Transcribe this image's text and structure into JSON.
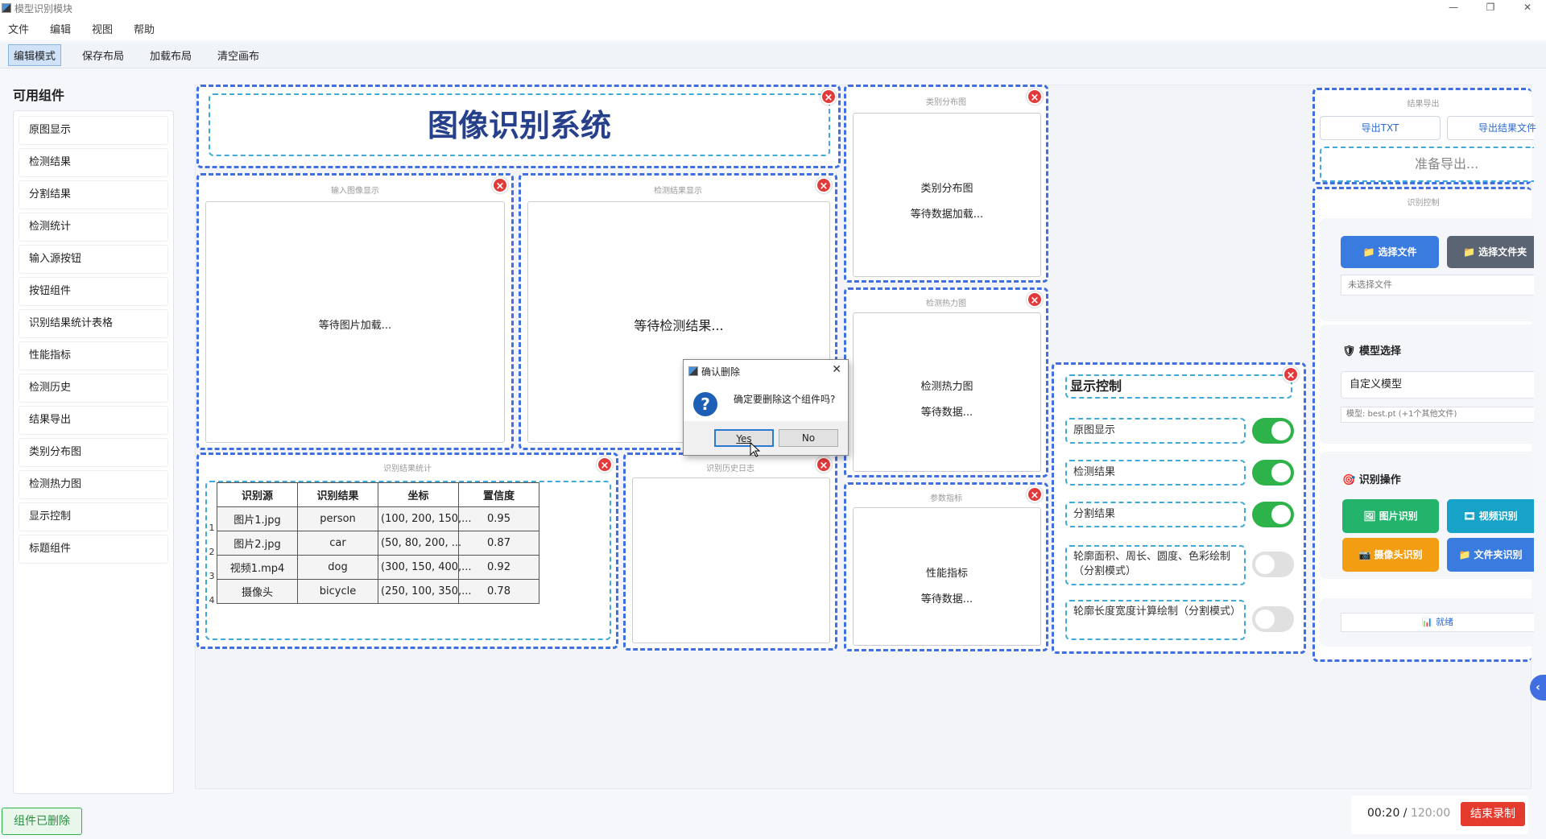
{
  "window": {
    "title": "模型识别模块",
    "minimize": "—",
    "maximize": "❐",
    "close": "✕"
  },
  "menu": [
    "文件",
    "编辑",
    "视图",
    "帮助"
  ],
  "toolbar": [
    "编辑模式",
    "保存布局",
    "加载布局",
    "清空画布"
  ],
  "sidebar": {
    "title": "可用组件",
    "items": [
      "原图显示",
      "检测结果",
      "分割结果",
      "检测统计",
      "输入源按钮",
      "按钮组件",
      "识别结果统计表格",
      "性能指标",
      "检测历史",
      "结果导出",
      "类别分布图",
      "检测热力图",
      "显示控制",
      "标题组件"
    ]
  },
  "title_widget": {
    "text": "图像识别系统"
  },
  "input_image": {
    "label": "输入图像显示",
    "placeholder": "等待图片加载..."
  },
  "detect_result": {
    "label": "检测结果显示",
    "placeholder": "等待检测结果..."
  },
  "class_dist": {
    "label": "类别分布图",
    "line1": "类别分布图",
    "line2": "等待数据加载..."
  },
  "heatmap": {
    "label": "检测热力图",
    "line1": "检测热力图",
    "line2": "等待数据..."
  },
  "metrics": {
    "label": "参数指标",
    "line1": "性能指标",
    "line2": "等待数据..."
  },
  "history": {
    "label": "识别历史日志"
  },
  "stats_table": {
    "label": "识别结果统计",
    "headers": [
      "识别源",
      "识别结果",
      "坐标",
      "置信度"
    ],
    "row_nums": [
      "1",
      "2",
      "3",
      "4"
    ],
    "rows": [
      [
        "图片1.jpg",
        "person",
        "(100, 200, 150,...",
        "0.95"
      ],
      [
        "图片2.jpg",
        "car",
        "(50, 80, 200, ...",
        "0.87"
      ],
      [
        "视频1.mp4",
        "dog",
        "(300, 150, 400,...",
        "0.92"
      ],
      [
        "摄像头",
        "bicycle",
        "(250, 100, 350,...",
        "0.78"
      ]
    ]
  },
  "display_control": {
    "title": "显示控制",
    "items": [
      {
        "label": "原图显示",
        "on": true
      },
      {
        "label": "检测结果",
        "on": true
      },
      {
        "label": "分割结果",
        "on": true
      },
      {
        "label": "轮廓面积、周长、圆度、色彩绘制（分割模式）",
        "on": false
      },
      {
        "label": "轮廓长度宽度计算绘制（分割模式）",
        "on": false
      }
    ]
  },
  "export": {
    "label": "结果导出",
    "btn_txt": "导出TXT",
    "btn_file": "导出结果文件",
    "status": "准备导出..."
  },
  "recognition_control": {
    "label": "识别控制",
    "select_file": "📁 选择文件",
    "select_folder": "📁 选择文件夹",
    "no_file": "未选择文件",
    "model_section": "模型选择",
    "model_value": "自定义模型",
    "model_info": "模型: best.pt (+1个其他文件)",
    "ops_section": "识别操作",
    "btn_image": "🖼 图片识别",
    "btn_video": "🎞 视频识别",
    "btn_camera": "📷 摄像头识别",
    "btn_folder": "📁 文件夹识别",
    "ready": "📊 就绪"
  },
  "dialog": {
    "title": "确认删除",
    "message": "确定要删除这个组件吗?",
    "yes": "Yes",
    "no": "No",
    "close": "✕"
  },
  "status": {
    "deleted": "组件已删除"
  },
  "recording": {
    "elapsed": "00:20",
    "sep": " / ",
    "total": "120:00",
    "stop": "结束录制"
  },
  "colors": {
    "accent": "#3f6fe0",
    "blue_btn": "#3a7be0",
    "gray_btn": "#5b6472",
    "green_btn": "#24b36b",
    "cyan_btn": "#17a2c8",
    "orange_btn": "#f29d12",
    "red": "#e53b2f",
    "toggle_on": "#2db34a"
  }
}
